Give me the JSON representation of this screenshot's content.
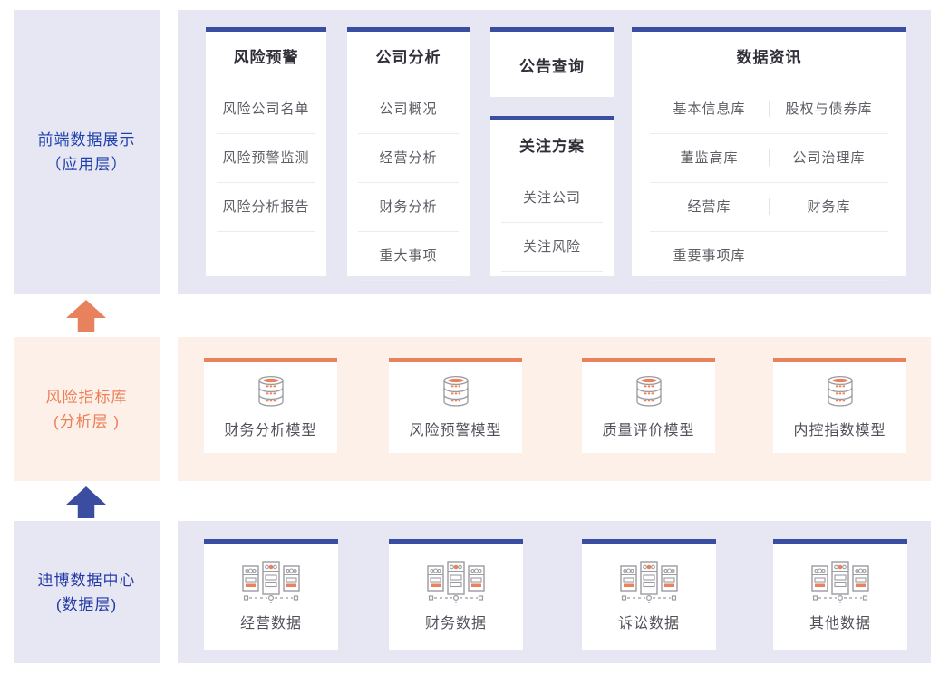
{
  "colors": {
    "accent_blue": "#3b4da0",
    "accent_orange": "#e8825c",
    "panel_lavender": "#e7e7f3",
    "panel_peach": "#fdf0e9",
    "app_label": "#1f41ab",
    "analysis_label": "#ec7f58",
    "data_label": "#2239a6",
    "title_text": "#303039",
    "item_text": "#5d5d64"
  },
  "left_labels": [
    {
      "line1": "前端数据展示",
      "line2": "（应用层）"
    },
    {
      "line1": "风险指标库",
      "line2": "(分析层 )"
    },
    {
      "line1": "迪博数据中心",
      "line2": "(数据层)"
    }
  ],
  "arrows": [
    {
      "name": "orange-up-arrow",
      "direction": "up"
    },
    {
      "name": "blue-up-arrow",
      "direction": "up"
    }
  ],
  "top": {
    "cards": [
      {
        "title": "风险预警",
        "items": [
          "风险公司名单",
          "风险预警监测",
          "风险分析报告"
        ]
      },
      {
        "title": "公司分析",
        "items": [
          "公司概况",
          "经营分析",
          "财务分析",
          "重大事项"
        ]
      },
      {
        "title": "公告查询",
        "items": []
      },
      {
        "title": "关注方案",
        "items": [
          "关注公司",
          "关注风险"
        ]
      },
      {
        "title": "数据资讯",
        "rows": [
          [
            "基本信息库",
            "股权与债券库"
          ],
          [
            "董监高库",
            "公司治理库"
          ],
          [
            "经营库",
            "财务库"
          ],
          [
            "重要事项库",
            ""
          ]
        ]
      }
    ]
  },
  "middle": {
    "cards": [
      {
        "label": "财务分析模型",
        "icon": "database-icon"
      },
      {
        "label": "风险预警模型",
        "icon": "database-icon"
      },
      {
        "label": "质量评价模型",
        "icon": "database-icon"
      },
      {
        "label": "内控指数模型",
        "icon": "database-icon"
      }
    ]
  },
  "bottom": {
    "cards": [
      {
        "label": "经营数据",
        "icon": "server-rack-icon"
      },
      {
        "label": "财务数据",
        "icon": "server-rack-icon"
      },
      {
        "label": "诉讼数据",
        "icon": "server-rack-icon"
      },
      {
        "label": "其他数据",
        "icon": "server-rack-icon"
      }
    ]
  }
}
